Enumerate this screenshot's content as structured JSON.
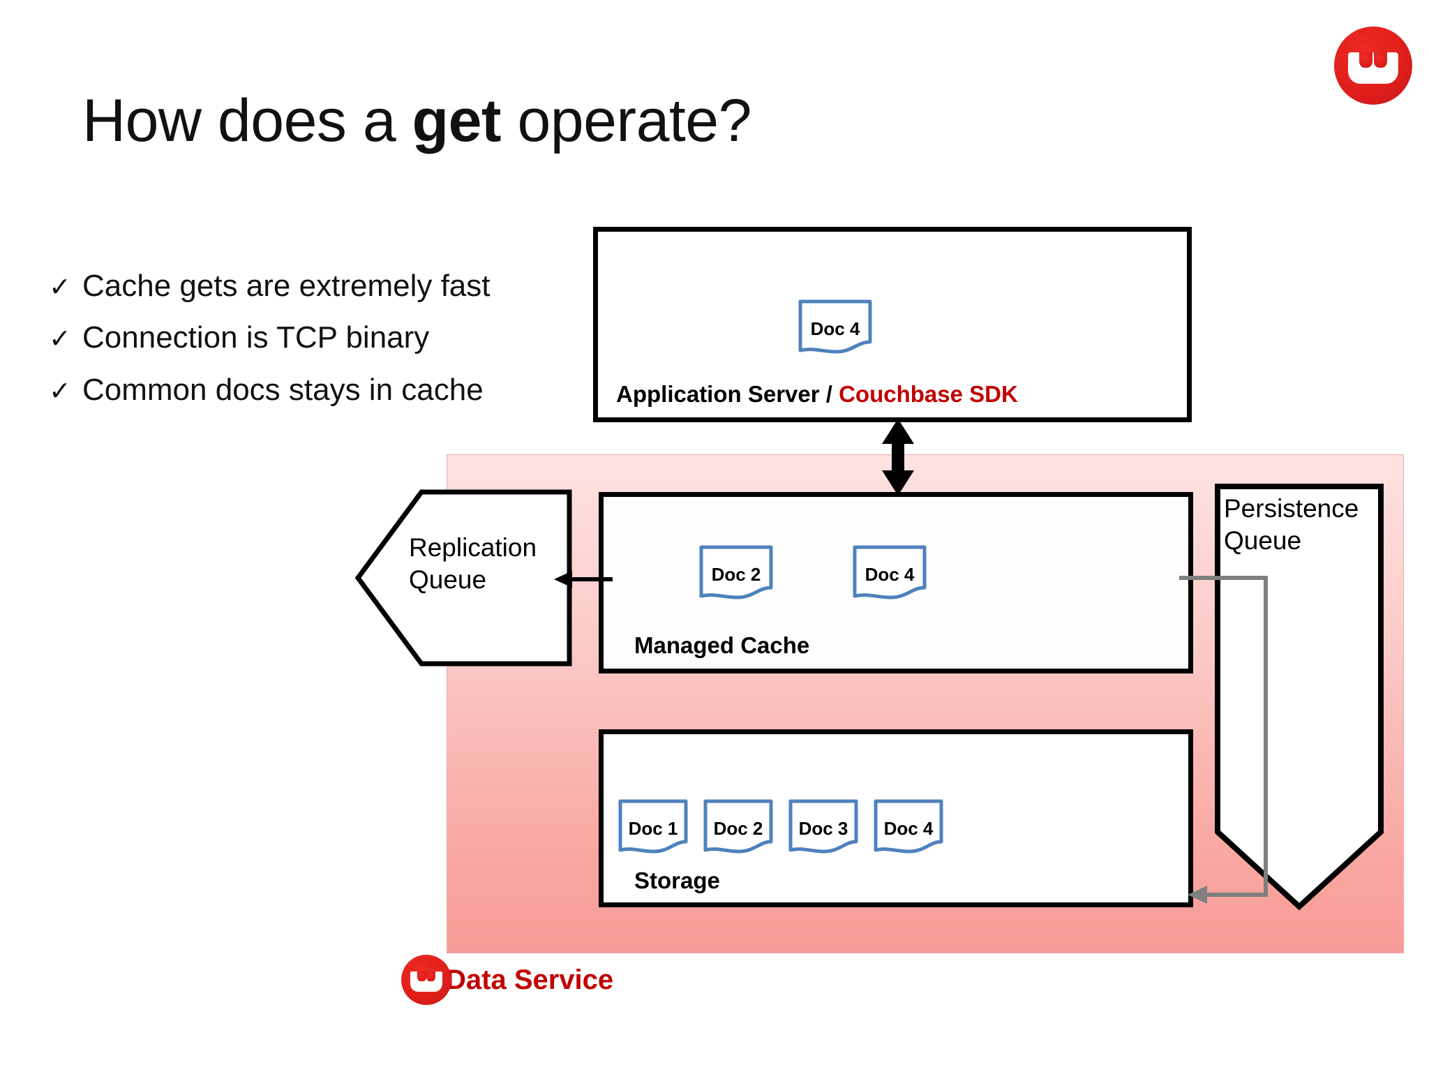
{
  "slide": {
    "title_prefix": "How does a ",
    "title_emphasis": "get",
    "title_suffix": " operate?",
    "background_color": "#ffffff"
  },
  "brand": {
    "logo_name": "couchbase-logo",
    "logo_color": "#E01F1B"
  },
  "bullets": {
    "marker": "✓",
    "items": [
      "Cache gets are extremely fast",
      "Connection is TCP binary",
      "Common docs stays in cache"
    ]
  },
  "app_server": {
    "label_plain": "Application Server / ",
    "label_accent": "Couchbase SDK",
    "accent_color": "#C00000",
    "docs": [
      {
        "label": "Doc 4"
      }
    ]
  },
  "data_service": {
    "footer_label": "Data Service",
    "footer_color": "#C00000",
    "panel_gradient_from": "#fde3e2",
    "panel_gradient_to": "#f79c97"
  },
  "managed_cache": {
    "label": "Managed Cache",
    "docs": [
      {
        "label": "Doc 2"
      },
      {
        "label": "Doc 4"
      }
    ]
  },
  "storage": {
    "label": "Storage",
    "docs": [
      {
        "label": "Doc 1"
      },
      {
        "label": "Doc 2"
      },
      {
        "label": "Doc 3"
      },
      {
        "label": "Doc 4"
      }
    ]
  },
  "replication_queue": {
    "label_line1": "Replication",
    "label_line2": "Queue"
  },
  "persistence_queue": {
    "label_line1": "Persistence",
    "label_line2": "Queue"
  },
  "connectors": {
    "app_to_cache": "double-arrow-vertical",
    "cache_to_replication": "arrow-left",
    "persistence_to_storage": "arrow-left",
    "doc_stroke_color": "#4F81BD",
    "arrow_gray": "#7F7F7F",
    "arrow_black": "#000000"
  }
}
